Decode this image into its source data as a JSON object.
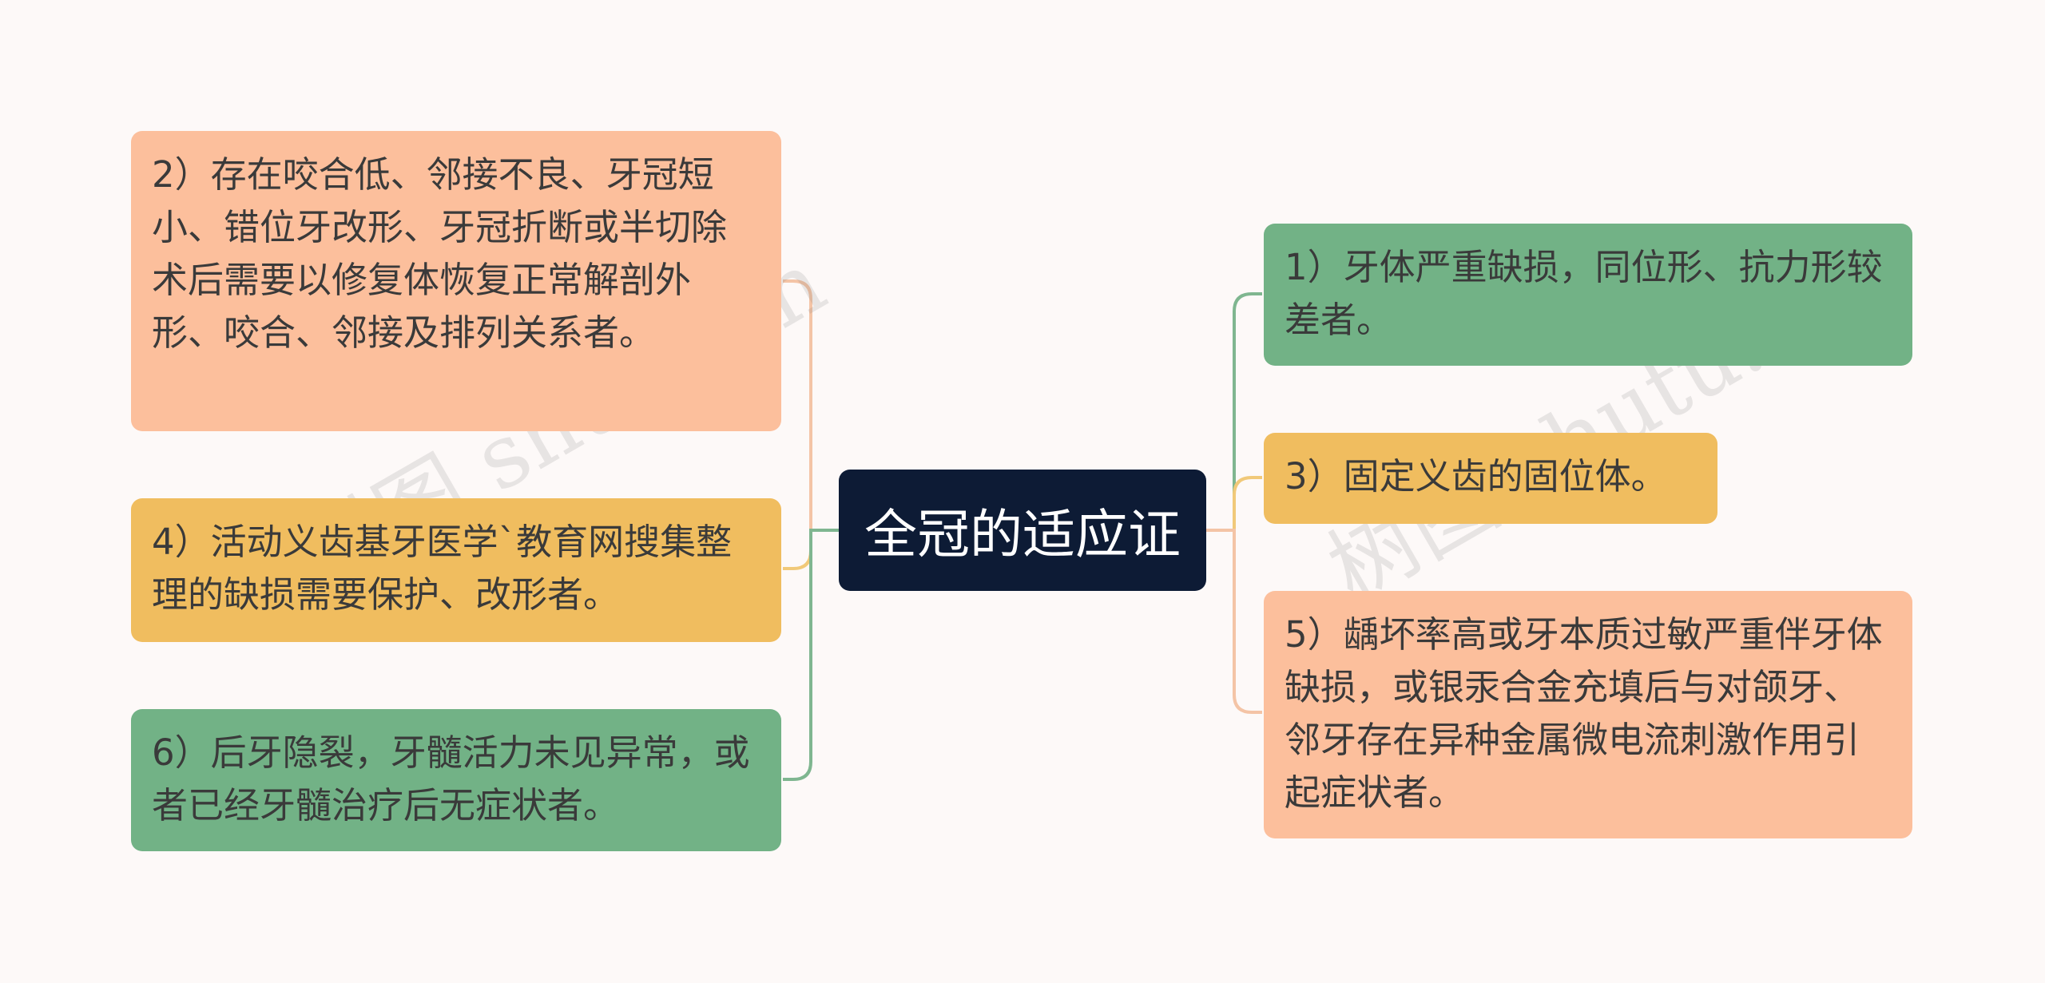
{
  "center": "全冠的适应证",
  "left_nodes": [
    "2）存在咬合低、邻接不良、牙冠短小、错位牙改形、牙冠折断或半切除术后需要以修复体恢复正常解剖外形、咬合、邻接及排列关系者。",
    "4）活动义齿基牙医学`教育网搜集整理的缺损需要保护、改形者。",
    "6）后牙隐裂，牙髓活力未见异常，或者已经牙髓治疗后无症状者。"
  ],
  "right_nodes": [
    "1）牙体严重缺损，同位形、抗力形较差者。",
    "3）固定义齿的固位体。",
    "5）龋坏率高或牙本质过敏严重伴牙体缺损，或银汞合金充填后与对颌牙、邻牙存在异种金属微电流刺激作用引起症状者。"
  ],
  "watermark": "树图 shutu.cn",
  "colors": {
    "salmon": "#fcbf9c",
    "yellow": "#f0bd5f",
    "green": "#72b286",
    "center": "#0d1b35",
    "background": "#fdf9f8"
  }
}
